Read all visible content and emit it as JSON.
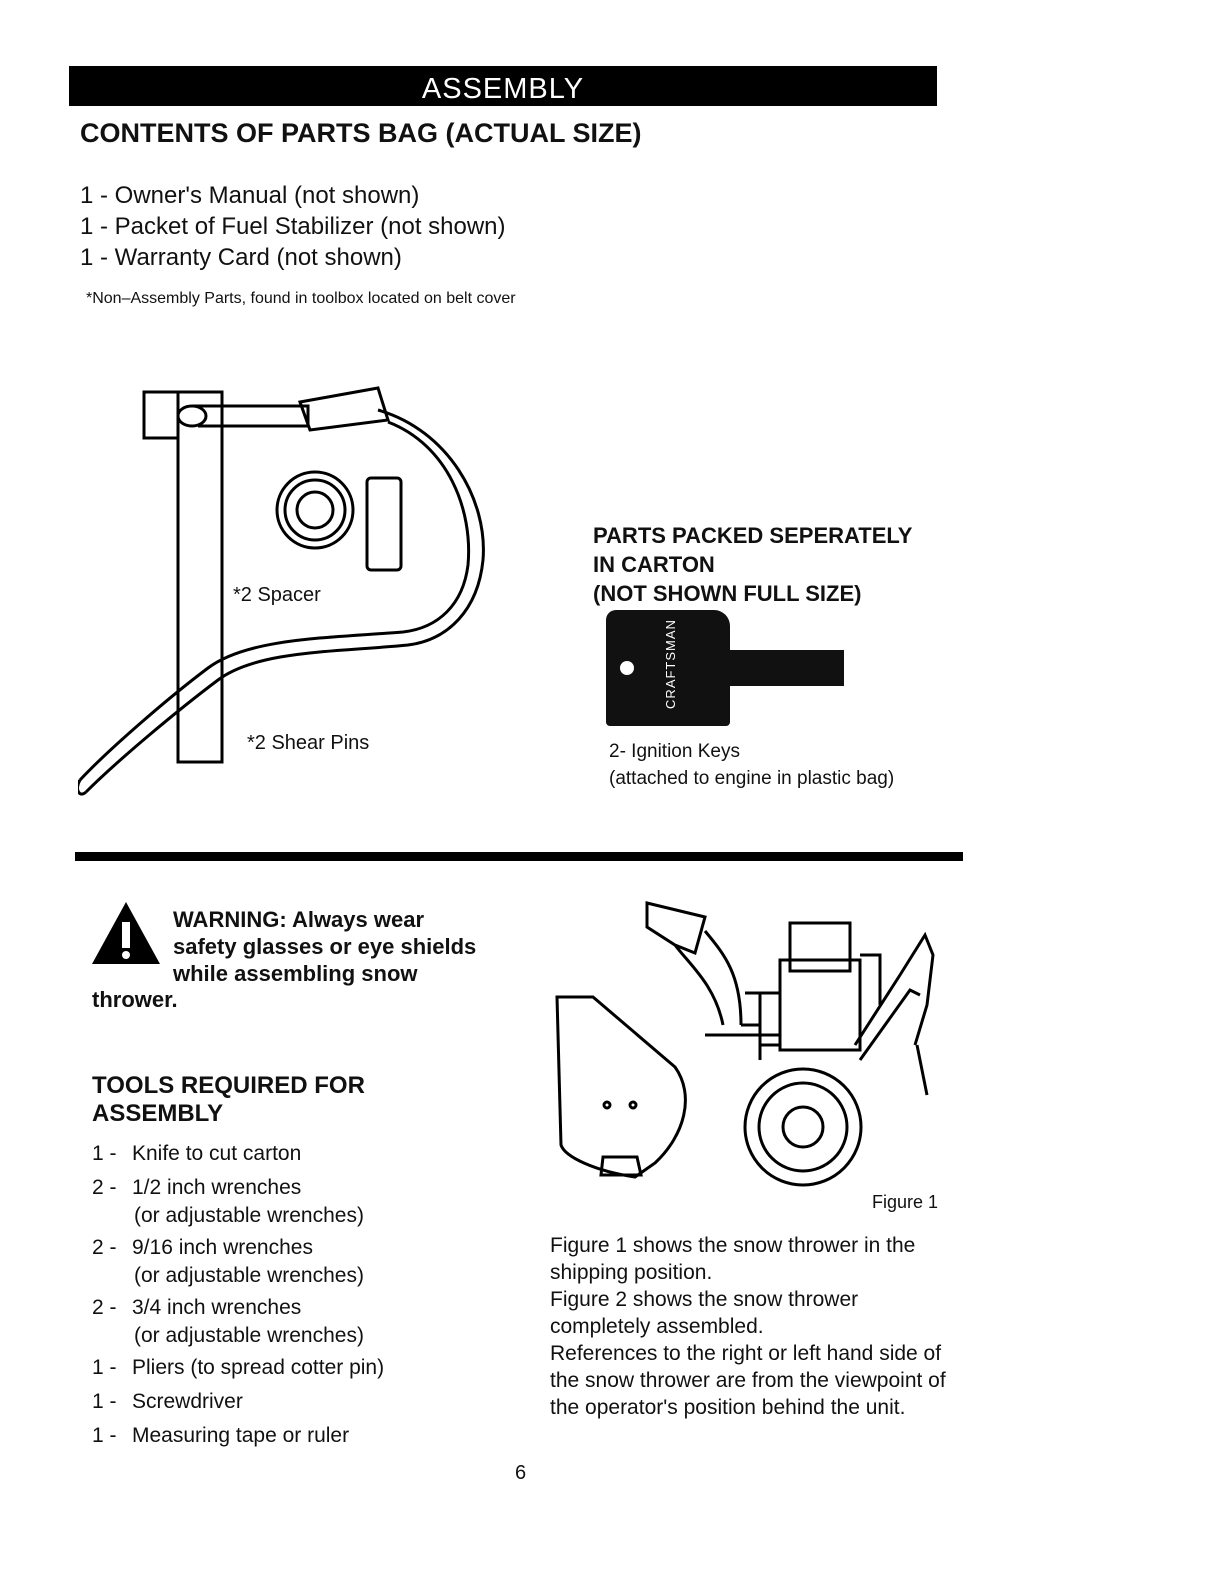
{
  "banner": "ASSEMBLY",
  "contents_heading": "CONTENTS OF PARTS BAG (ACTUAL SIZE)",
  "contents_items": [
    "1 - Owner's Manual (not shown)",
    "1 - Packet of Fuel Stabilizer (not shown)",
    "1 - Warranty Card (not shown)"
  ],
  "non_assembly_note": "*Non–Assembly Parts, found in toolbox located on belt cover",
  "spacer_label": "*2  Spacer",
  "shear_pins_label": "*2  Shear Pins",
  "packed_heading": [
    "PARTS PACKED SEPERATELY",
    "IN CARTON",
    "(NOT SHOWN FULL SIZE)"
  ],
  "key_brand": "CRAFTSMAN",
  "ignition_keys": [
    "2- Ignition Keys",
    "(attached to engine in plastic bag)"
  ],
  "warning_lines": [
    "WARNING: Always wear",
    "safety glasses or eye shields",
    "while assembling snow"
  ],
  "warning_tail": "thrower.",
  "tools_heading": [
    "TOOLS REQUIRED FOR",
    "ASSEMBLY"
  ],
  "tools": [
    {
      "qty": "1 -",
      "text": "Knife to cut carton",
      "sub": ""
    },
    {
      "qty": "2 -",
      "text": "1/2 inch wrenches",
      "sub": "(or adjustable wrenches)"
    },
    {
      "qty": "2 -",
      "text": "9/16 inch wrenches",
      "sub": "(or adjustable wrenches)"
    },
    {
      "qty": "2 -",
      "text": "3/4 inch wrenches",
      "sub": "(or adjustable wrenches)"
    },
    {
      "qty": "1 -",
      "text": "Pliers (to spread cotter pin)",
      "sub": ""
    },
    {
      "qty": "1 -",
      "text": "Screwdriver",
      "sub": ""
    },
    {
      "qty": "1 -",
      "text": "Measuring tape or ruler",
      "sub": ""
    }
  ],
  "figure_caption": "Figure 1",
  "description": [
    "Figure 1 shows the snow thrower in the shipping position.",
    "Figure 2 shows the snow thrower completely assembled.",
    "References to the right or left hand side of the snow thrower are from the viewpoint of the operator's position behind the unit."
  ],
  "page_number": "6"
}
